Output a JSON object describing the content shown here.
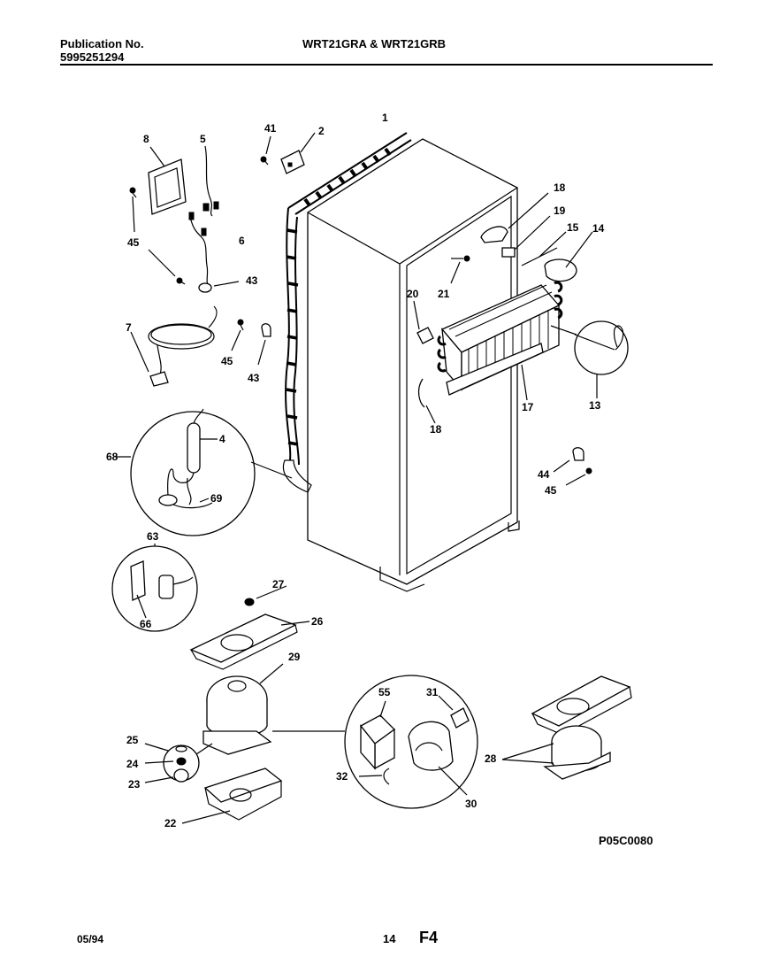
{
  "header": {
    "publication_label": "Publication No.",
    "publication_number": "5995251294",
    "model": "WRT21GRA & WRT21GRB"
  },
  "footer": {
    "date": "05/94",
    "page": "14",
    "section": "F4"
  },
  "diagram_code": "P05C0080",
  "part_labels": {
    "p1": "1",
    "p2": "2",
    "p41": "41",
    "p8": "8",
    "p5": "5",
    "p45a": "45",
    "p6": "6",
    "p43a": "43",
    "p7": "7",
    "p45b": "45",
    "p43b": "43",
    "p18a": "18",
    "p19": "19",
    "p15": "15",
    "p14": "14",
    "p20": "20",
    "p21": "21",
    "p17": "17",
    "p13": "13",
    "p18b": "18",
    "p68": "68",
    "p4": "4",
    "p69": "69",
    "p44": "44",
    "p45c": "45",
    "p63": "63",
    "p66": "66",
    "p27": "27",
    "p26": "26",
    "p29": "29",
    "p25": "25",
    "p24": "24",
    "p23": "23",
    "p22": "22",
    "p55": "55",
    "p31": "31",
    "p32": "32",
    "p30": "30",
    "p28": "28"
  }
}
